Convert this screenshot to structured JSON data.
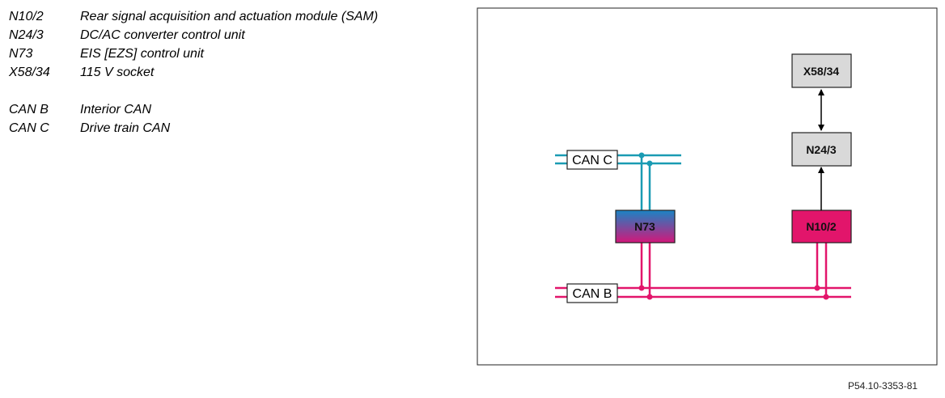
{
  "legend": {
    "modules": [
      {
        "code": "N10/2",
        "desc": "Rear signal acquisition and actuation module (SAM)"
      },
      {
        "code": "N24/3",
        "desc": "DC/AC converter control unit"
      },
      {
        "code": "N73",
        "desc": "EIS [EZS] control unit"
      },
      {
        "code": "X58/34",
        "desc": "115 V socket"
      }
    ],
    "buses": [
      {
        "code": "CAN B",
        "desc": "Interior CAN"
      },
      {
        "code": "CAN C",
        "desc": "Drive train CAN"
      }
    ]
  },
  "diagram": {
    "can_c_label": "CAN C",
    "can_b_label": "CAN B",
    "n73_label": "N73",
    "n10_2_label": "N10/2",
    "n24_3_label": "N24/3",
    "x58_34_label": "X58/34",
    "colors": {
      "can_c": "#1a9bb3",
      "can_b": "#e2156b",
      "n10_2_fill": "#e2156b",
      "n73_top": "#1a84c4",
      "n73_bottom": "#d2177a",
      "grey_box": "#d9d9d9",
      "border": "#222222"
    }
  },
  "footer": {
    "ref": "P54.10-3353-81"
  }
}
